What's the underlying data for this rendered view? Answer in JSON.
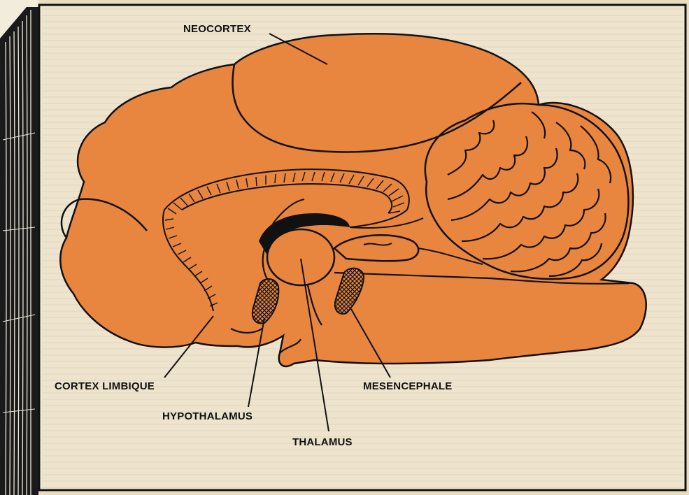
{
  "labels": {
    "neocortex": "NEOCORTEX",
    "cortex_limbique": "CORTEX LIMBIQUE",
    "hypothalamus": "HYPOTHALAMUS",
    "thalamus": "THALAMUS",
    "mesencephale": "MESENCEPHALE"
  },
  "colors": {
    "brain": "#e8853f",
    "outline": "#111111",
    "panel": "#f1e9d6",
    "page": "#e9dcbf"
  }
}
